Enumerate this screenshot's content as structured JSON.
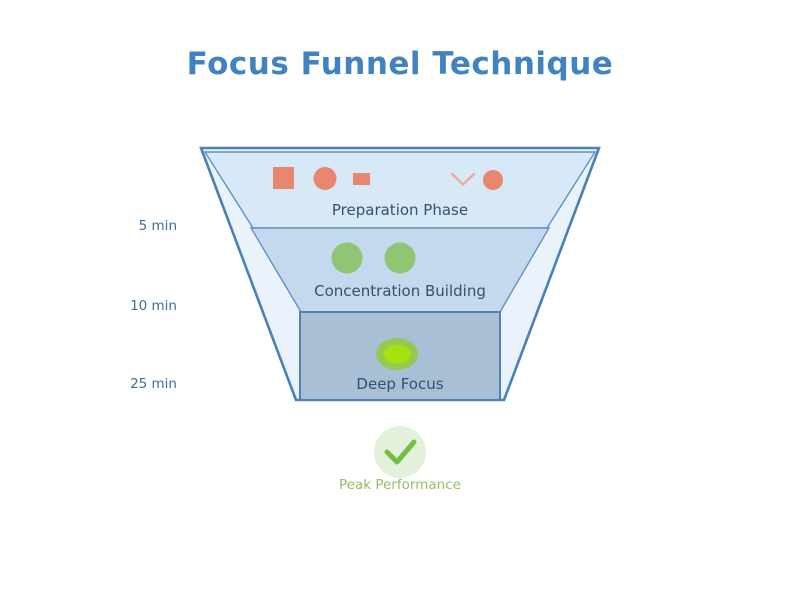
{
  "page": {
    "title": "Focus Funnel Technique",
    "title_color": "#4183c0",
    "background": "#ffffff"
  },
  "funnel": {
    "outline_fill": "#eaf3fb",
    "outline_stroke": "#4a80b5",
    "inner_stroke": "#6191c3",
    "label_color": "#33516e",
    "duration_color": "#3b6da0",
    "stages": [
      {
        "label": "Preparation Phase",
        "duration": "5 min",
        "fill": "#d7e8f7"
      },
      {
        "label": "Concentration Building",
        "duration": "10 min",
        "fill": "#c4d9ee"
      },
      {
        "label": "Deep Focus",
        "duration": "25 min",
        "fill": "#a9bfd6"
      }
    ],
    "icons": {
      "preparation_shapes": [
        "square-icon",
        "circle-icon",
        "rectangle-icon",
        "chevron-down-icon",
        "dot-icon"
      ],
      "preparation_color": "#e8866e",
      "chevron_color": "#ecac92",
      "concentration_dots": 2,
      "concentration_color": "#8fc573",
      "core_outer_color": "#94ca50",
      "core_inner_color": "#a6e112"
    }
  },
  "outcome": {
    "label": "Peak Performance",
    "label_color": "#8fc162",
    "badge_fill": "#e3f1da",
    "check_color": "#70c043"
  }
}
